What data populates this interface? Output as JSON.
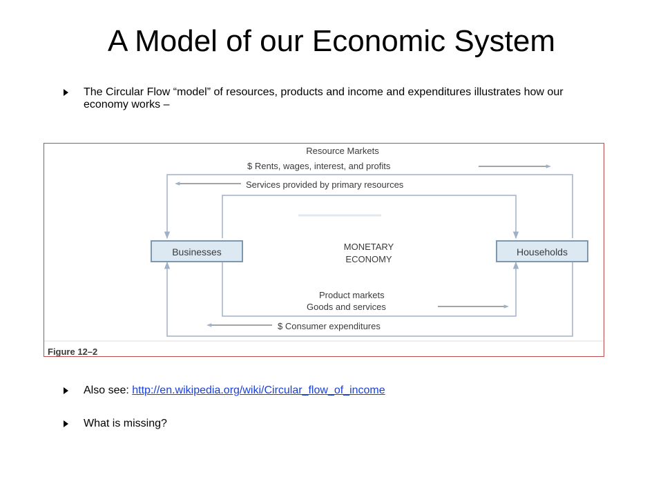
{
  "slide": {
    "title": "A Model of our Economic System",
    "bullets": {
      "intro": "The Circular Flow “model” of resources, products and income and expenditures  illustrates how our economy works –",
      "also_see_label": "Also see: ",
      "also_see_link": "http://en.wikipedia.org/wiki/Circular_flow_of_income",
      "question": "What is missing?"
    }
  },
  "diagram": {
    "nodes": {
      "businesses": "Businesses",
      "households": "Households",
      "center_line1": "MONETARY",
      "center_line2": "ECONOMY"
    },
    "resource_markets": {
      "header": "Resource Markets",
      "income_flow": "$ Rents, wages, interest, and profits",
      "services_flow": "Services provided by primary resources"
    },
    "product_markets": {
      "header": "Product markets",
      "goods_flow": "Goods and services",
      "expenditure_flow": "$ Consumer expenditures"
    },
    "caption": "Figure 12–2",
    "colors": {
      "flow_line": "#9eb1c8",
      "box_fill": "#dde9f2",
      "box_border": "#7d97b1",
      "text": "#3a3a3a",
      "frame": "#b94c4c"
    }
  }
}
